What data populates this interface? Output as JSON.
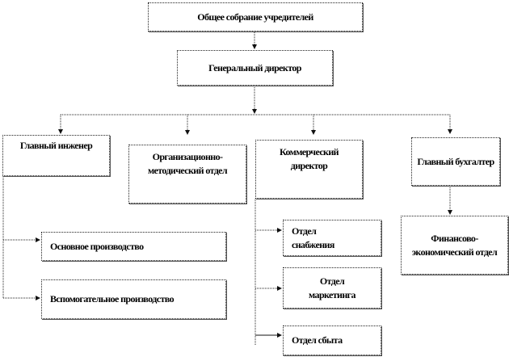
{
  "nodes": {
    "founders": "Общее собрание учредителей",
    "general_director": "Генеральный директор",
    "chief_engineer": "Главный инженер",
    "org_method_dept": "Организационно-методический отдел",
    "commercial_director": "Коммерческий директор",
    "chief_accountant": "Главный бухгалтер",
    "main_production": "Основное производство",
    "auxiliary_production": "Вспомогательное производство",
    "supply_dept": "Отдел снабжения",
    "marketing_dept": "Отдел маркетинга",
    "sales_dept": "Отдел сбыта",
    "finance_dept": "Финансово-экономический отдел"
  },
  "colors": {
    "line": "#222222",
    "box_border": "#222222"
  }
}
